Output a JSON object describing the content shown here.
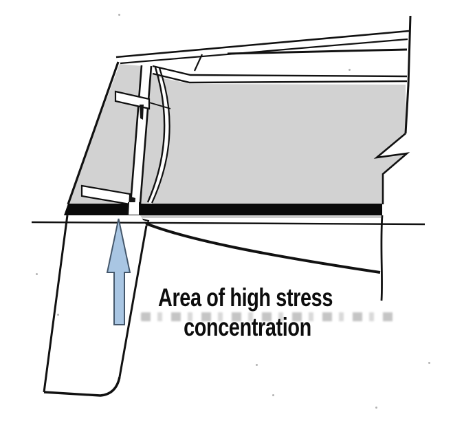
{
  "caption": {
    "line1": "Area of high stress",
    "line2": "concentration"
  },
  "annotation": {
    "arrow_direction": "up",
    "arrow_fill": "#a9c6e3",
    "arrow_outline": "#44576b"
  },
  "drawing": {
    "background": "#ffffff",
    "panel_gray": "#d2d2d2",
    "ink": "#111111",
    "band_color": "#0a0a0a"
  }
}
